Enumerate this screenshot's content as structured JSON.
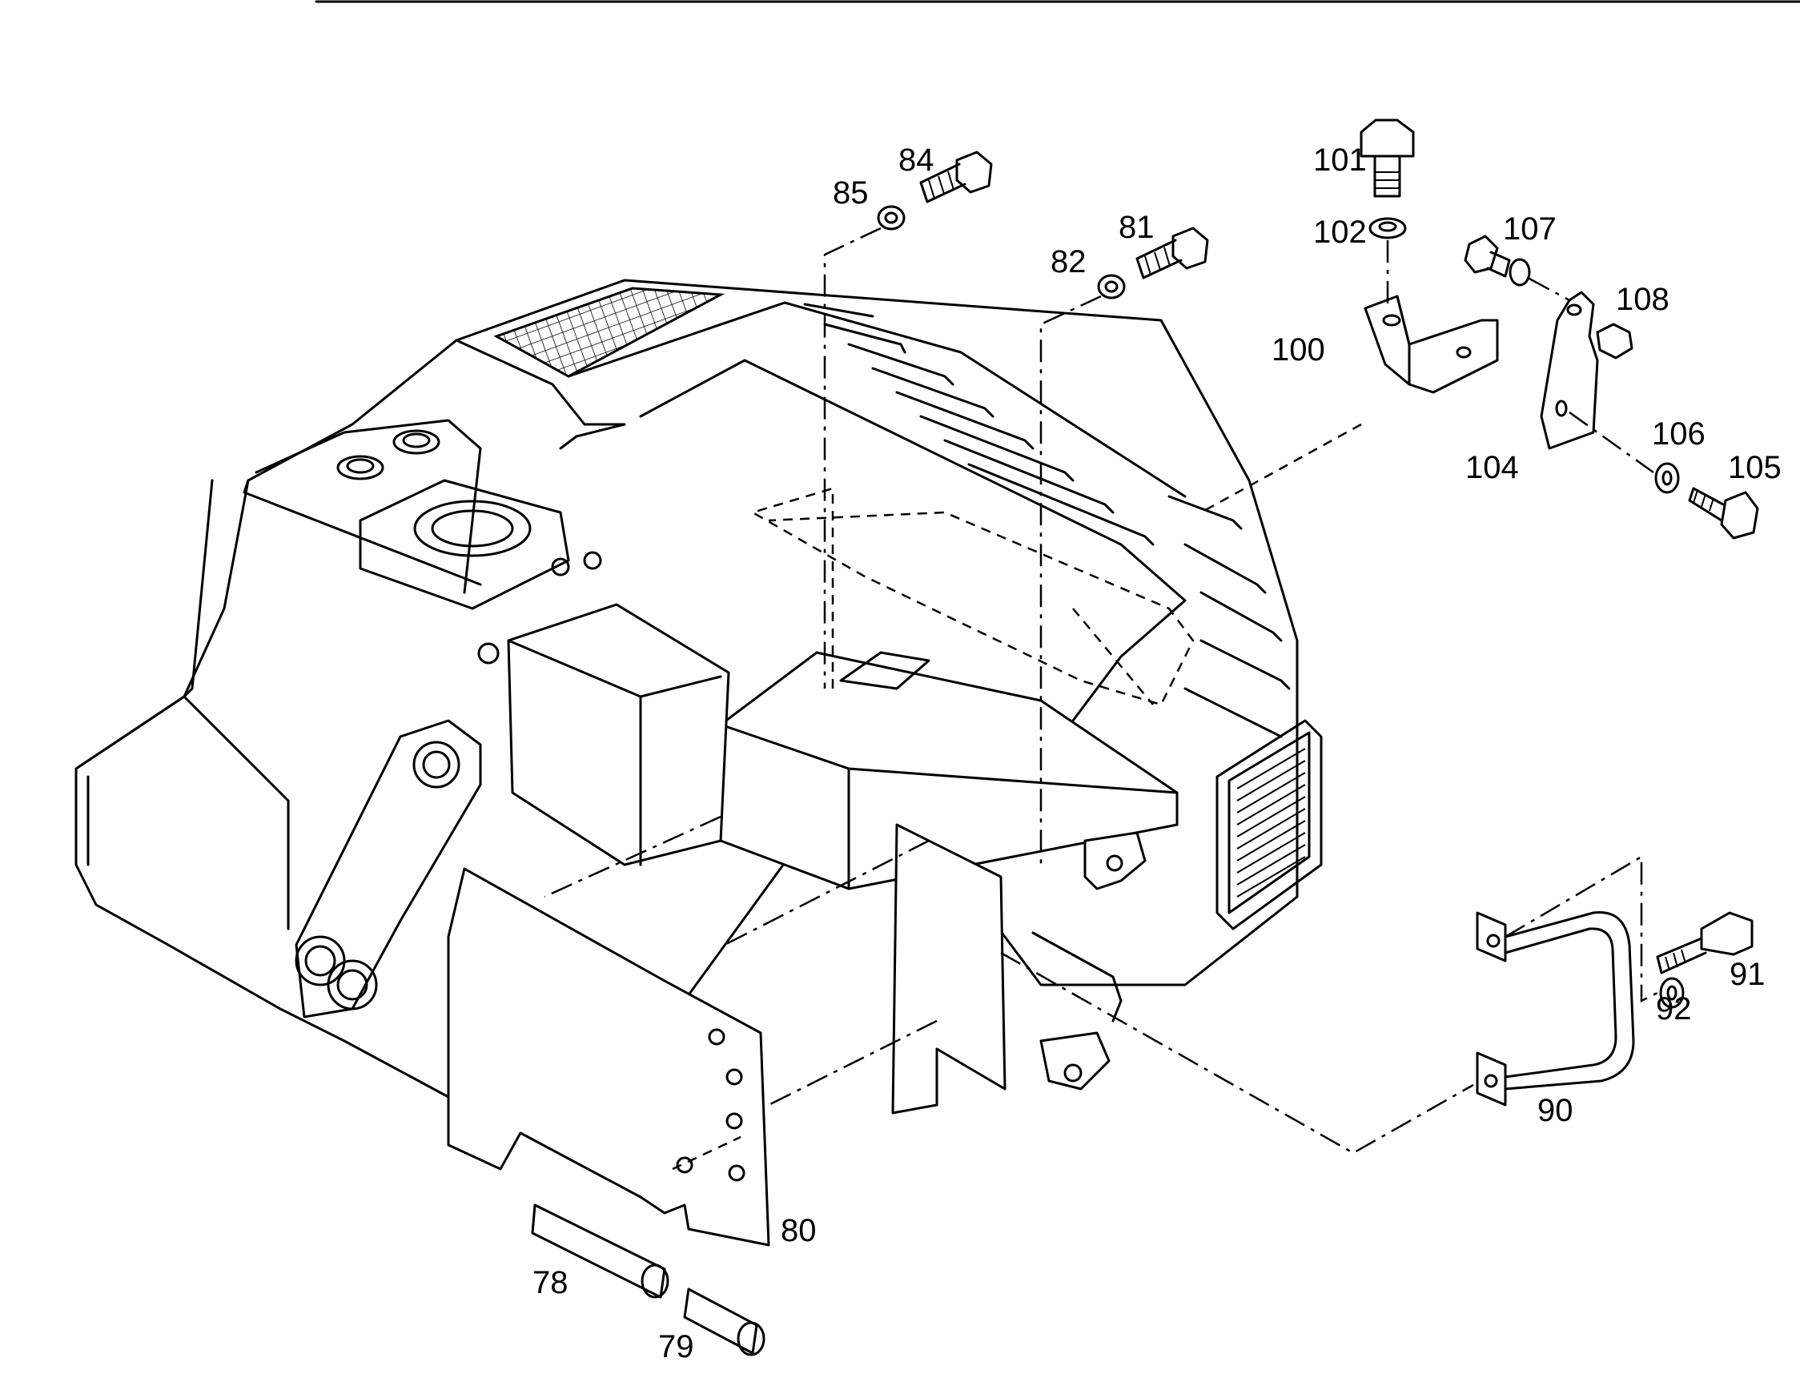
{
  "callouts": [
    {
      "id": "78",
      "label": "78"
    },
    {
      "id": "79",
      "label": "79"
    },
    {
      "id": "80",
      "label": "80"
    },
    {
      "id": "81",
      "label": "81"
    },
    {
      "id": "82",
      "label": "82"
    },
    {
      "id": "84",
      "label": "84"
    },
    {
      "id": "85",
      "label": "85"
    },
    {
      "id": "90",
      "label": "90"
    },
    {
      "id": "91",
      "label": "91"
    },
    {
      "id": "92",
      "label": "92"
    },
    {
      "id": "100",
      "label": "100"
    },
    {
      "id": "101",
      "label": "101"
    },
    {
      "id": "102",
      "label": "102"
    },
    {
      "id": "104",
      "label": "104"
    },
    {
      "id": "105",
      "label": "105"
    },
    {
      "id": "106",
      "label": "106"
    },
    {
      "id": "107",
      "label": "107"
    },
    {
      "id": "108",
      "label": "108"
    }
  ]
}
